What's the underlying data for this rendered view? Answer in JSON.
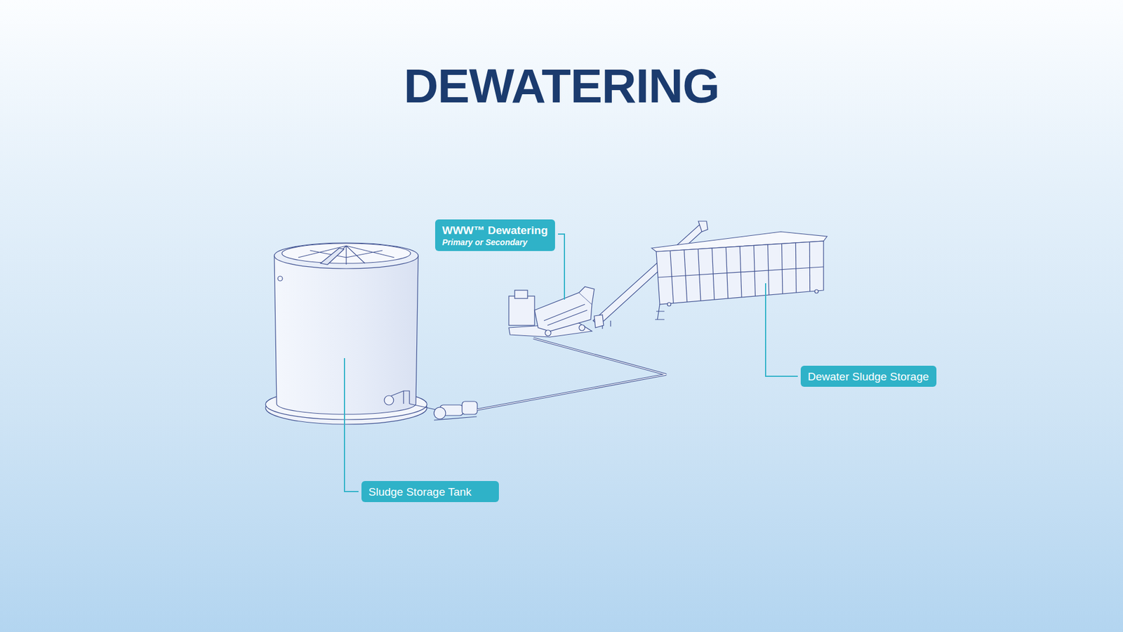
{
  "diagram": {
    "title": "DEWATERING",
    "nodes": [
      {
        "text": [
          "WWW™ Dewatering",
          "Primary or Secondary"
        ]
      },
      {
        "text": [
          "Dewater Sludge Storage"
        ]
      },
      {
        "text": [
          "Sludge Storage Tank"
        ]
      }
    ]
  }
}
